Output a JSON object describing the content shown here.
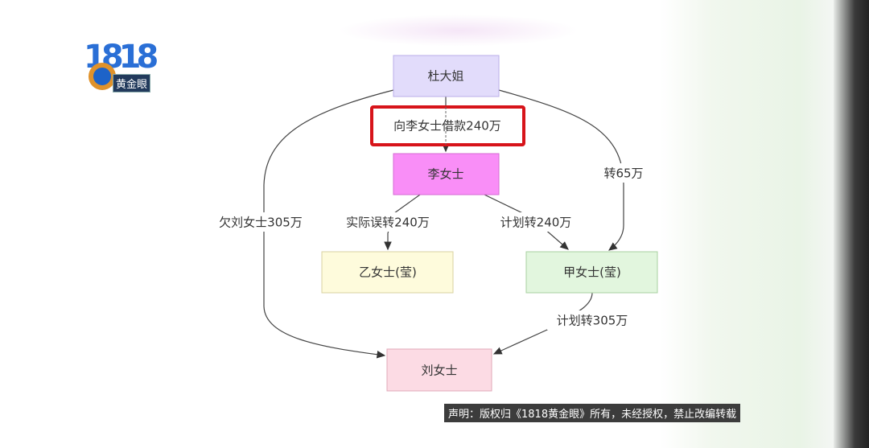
{
  "logo": {
    "text": "1818黄金眼",
    "tag": "黄金眼"
  },
  "nodes": {
    "du": "杜大姐",
    "li": "李女士",
    "yi": "乙女士(莹)",
    "jia": "甲女士(莹)",
    "liu": "刘女士"
  },
  "edges": {
    "du_li": "向李女士借款240万",
    "du_liu": "欠刘女士305万",
    "du_jia": "转65万",
    "li_yi": "实际误转240万",
    "li_jia": "计划转240万",
    "jia_liu": "计划转305万"
  },
  "colors": {
    "du": "#e2dcfb",
    "li": "#f98ef7",
    "yi": "#fefbdc",
    "jia": "#e2f6de",
    "liu": "#fcdbe4",
    "highlight": "#d7141a"
  },
  "notice": "声明：版权归《1818黄金眼》所有，未经授权，禁止改编转载"
}
